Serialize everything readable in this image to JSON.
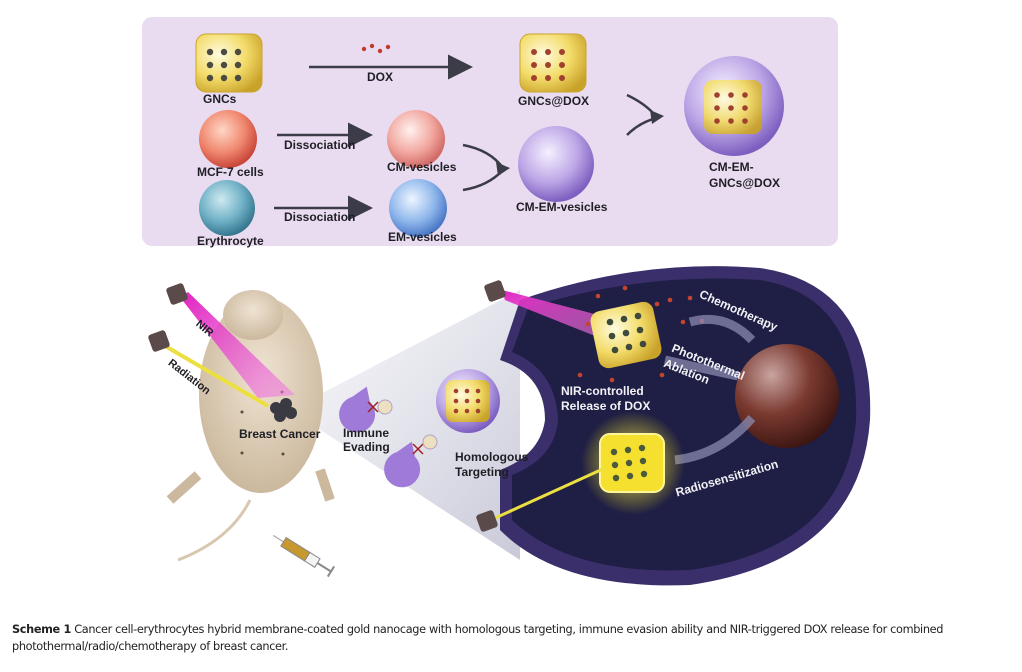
{
  "figure": {
    "top_panel": {
      "gncs_label": "GNCs",
      "dox_label": "DOX",
      "gncs_dox_label": "GNCs@DOX",
      "mcf7_label": "MCF-7 cells",
      "erythrocyte_label": "Erythrocyte",
      "dissociation_label_1": "Dissociation",
      "dissociation_label_2": "Dissociation",
      "cm_vesicles_label": "CM-vesicles",
      "em_vesicles_label": "EM-vesicles",
      "cm_em_vesicles_label": "CM-EM-vesicles",
      "product_label_line1": "CM-EM-",
      "product_label_line2": "GNCs@DOX"
    },
    "bottom_panel": {
      "nir_label": "NIR",
      "radiation_label": "Radiation",
      "breast_cancer_label": "Breast Cancer",
      "immune_label_line1": "Immune",
      "immune_label_line2": "Evading",
      "homologous_label_line1": "Homologous",
      "homologous_label_line2": "Targeting",
      "nir_release_line1": "NIR-controlled",
      "nir_release_line2": "Release of DOX",
      "chemotherapy_label": "Chemotherapy",
      "photothermal_line1": "Photothermal",
      "photothermal_line2": "Ablation",
      "radiosensitization_label": "Radiosensitization"
    },
    "colors": {
      "panel_bg": "#eadcf0",
      "gold": "#f3dc6a",
      "cell_dark": "#2a2850",
      "nir": "#e040c8",
      "radiation": "#f0e040",
      "membrane": "#a58ad6"
    }
  },
  "caption": {
    "label": "Scheme 1",
    "text": "Cancer cell-erythrocytes hybrid membrane-coated gold nanocage with homologous targeting, immune evasion ability and NIR-triggered DOX release for combined photothermal/radio/chemotherapy of breast cancer."
  }
}
